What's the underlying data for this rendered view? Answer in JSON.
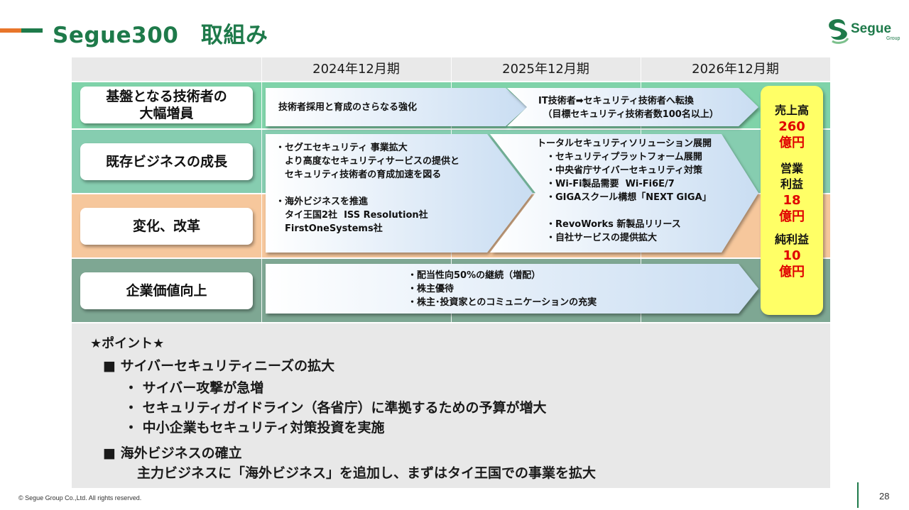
{
  "header": {
    "title": "Segue300　取組み",
    "logo_text": "Segue",
    "logo_sub": "Group"
  },
  "table": {
    "periods": [
      "2024年12月期",
      "2025年12月期",
      "2026年12月期"
    ],
    "rows": [
      {
        "label": "基盤となる技術者の\n大幅増員",
        "color": "#7fd3a9"
      },
      {
        "label": "既存ビジネスの成長",
        "color": "#86cdb0"
      },
      {
        "label": "変化、改革",
        "color": "#f6c79c"
      },
      {
        "label": "企業価値向上",
        "color": "#7ea793"
      }
    ],
    "arrows": {
      "engineers_1": "技術者採用と育成のさらなる強化",
      "engineers_2": "IT技術者➡セキュリティ技術者へ転換\n　（目標セキュリティ技術者数100名以上）",
      "growth_1": "・セグエセキュリティ 事業拡大\n　より高度なセキュリティサービスの提供と\n　セキュリティ技術者の育成加速を図る\n\n・海外ビジネスを推進\n　タイ王国2社  ISS Resolution社\n　FirstOneSystems社",
      "growth_2": "トータルセキュリティソリューション展開\n　・セキュリティプラットフォーム展開\n　・中央省庁サイバーセキュリティ対策\n　・Wi-Fi製品需要  Wi-Fi6E/7\n　・GIGAスクール構想「NEXT GIGA」\n\n　・RevoWorks 新製品リリース\n　・自社サービスの提供拡大",
      "value": "・配当性向50%の継続（増配）\n・株主優待\n・株主･投資家とのコミュニケーションの充実"
    },
    "goal": {
      "sales_label": "売上高",
      "sales_value": "260",
      "sales_unit": "億円",
      "op_label_1": "営業",
      "op_label_2": "利益",
      "op_value": "18",
      "op_unit": "億円",
      "net_label": "純利益",
      "net_value": "10",
      "net_unit": "億円"
    }
  },
  "points": {
    "heading": "★ポイント★",
    "items": [
      {
        "title": "■  サイバーセキュリティニーズの拡大",
        "subs": [
          "・  サイバー攻撃が急増",
          "・  セキュリティガイドライン（各省庁）に準拠するための予算が増大",
          "・  中小企業もセキュリティ対策投資を実施"
        ]
      },
      {
        "title": "■  海外ビジネスの確立",
        "subs": [
          "主力ビジネスに「海外ビジネス」を追加し、まずはタイ王国での事業を拡大"
        ]
      }
    ]
  },
  "footer": {
    "copyright": "© Segue Group Co.,Ltd. All rights reserved.",
    "page": "28"
  },
  "colors": {
    "brand_green": "#1e7a4a",
    "accent_orange": "#e8752a",
    "goal_yellow": "#ffff66",
    "goal_red": "#e00000"
  }
}
